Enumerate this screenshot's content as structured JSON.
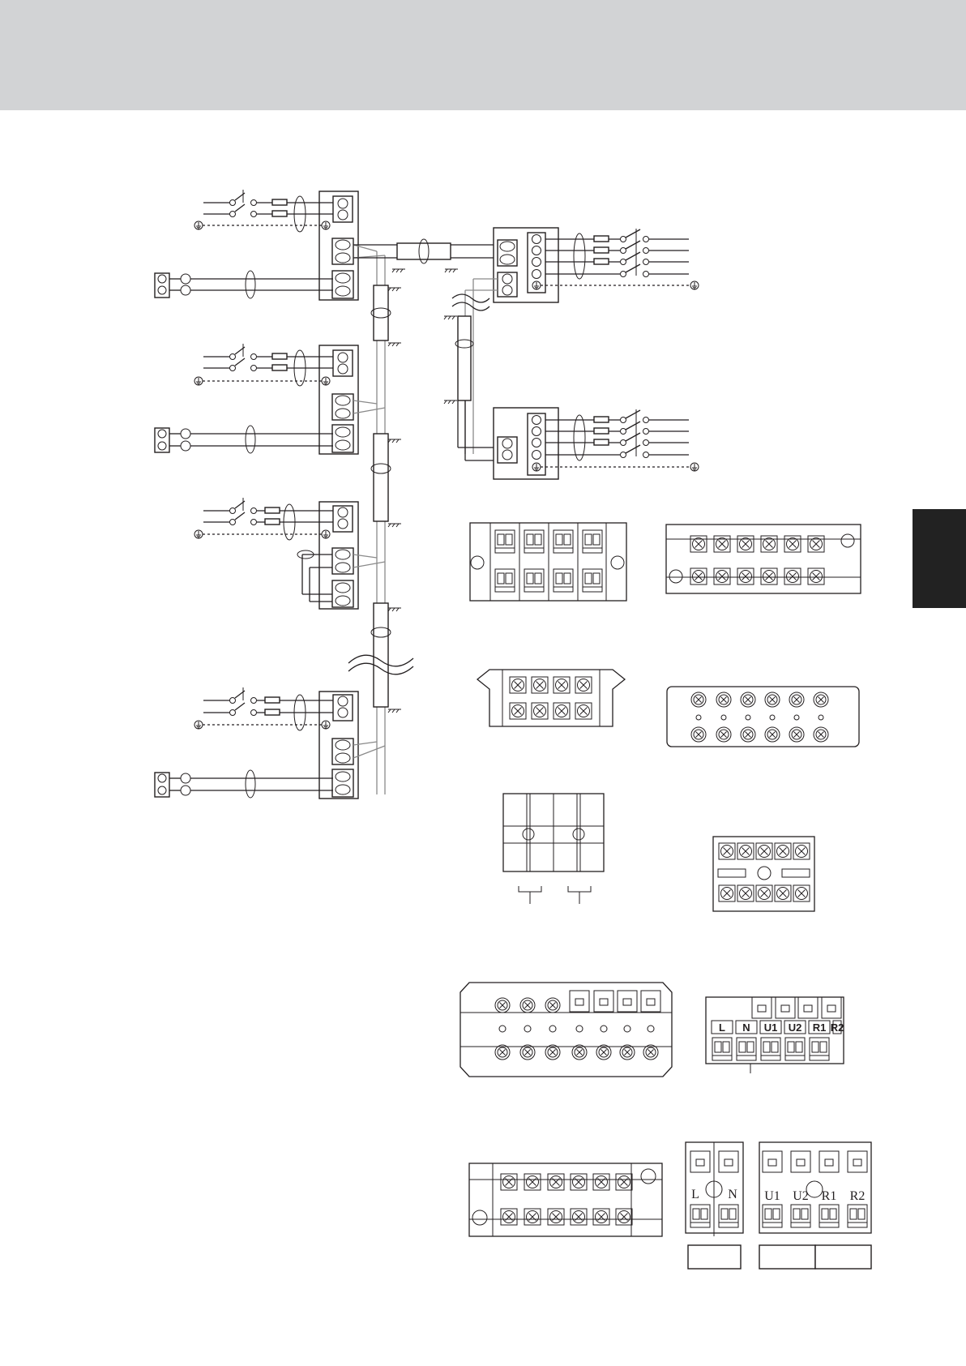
{
  "colors": {
    "header_band": "#d2d3d5",
    "side_tab": "#222222",
    "line": "#231f20",
    "cable_grey": "#8a8a8a"
  },
  "terminal_labels": {
    "block_g": [
      "L",
      "N",
      "U1",
      "U2",
      "R1",
      "R2"
    ],
    "block_i": [
      "L",
      "N"
    ],
    "block_j": [
      "U1",
      "U2",
      "R1",
      "R2"
    ]
  }
}
